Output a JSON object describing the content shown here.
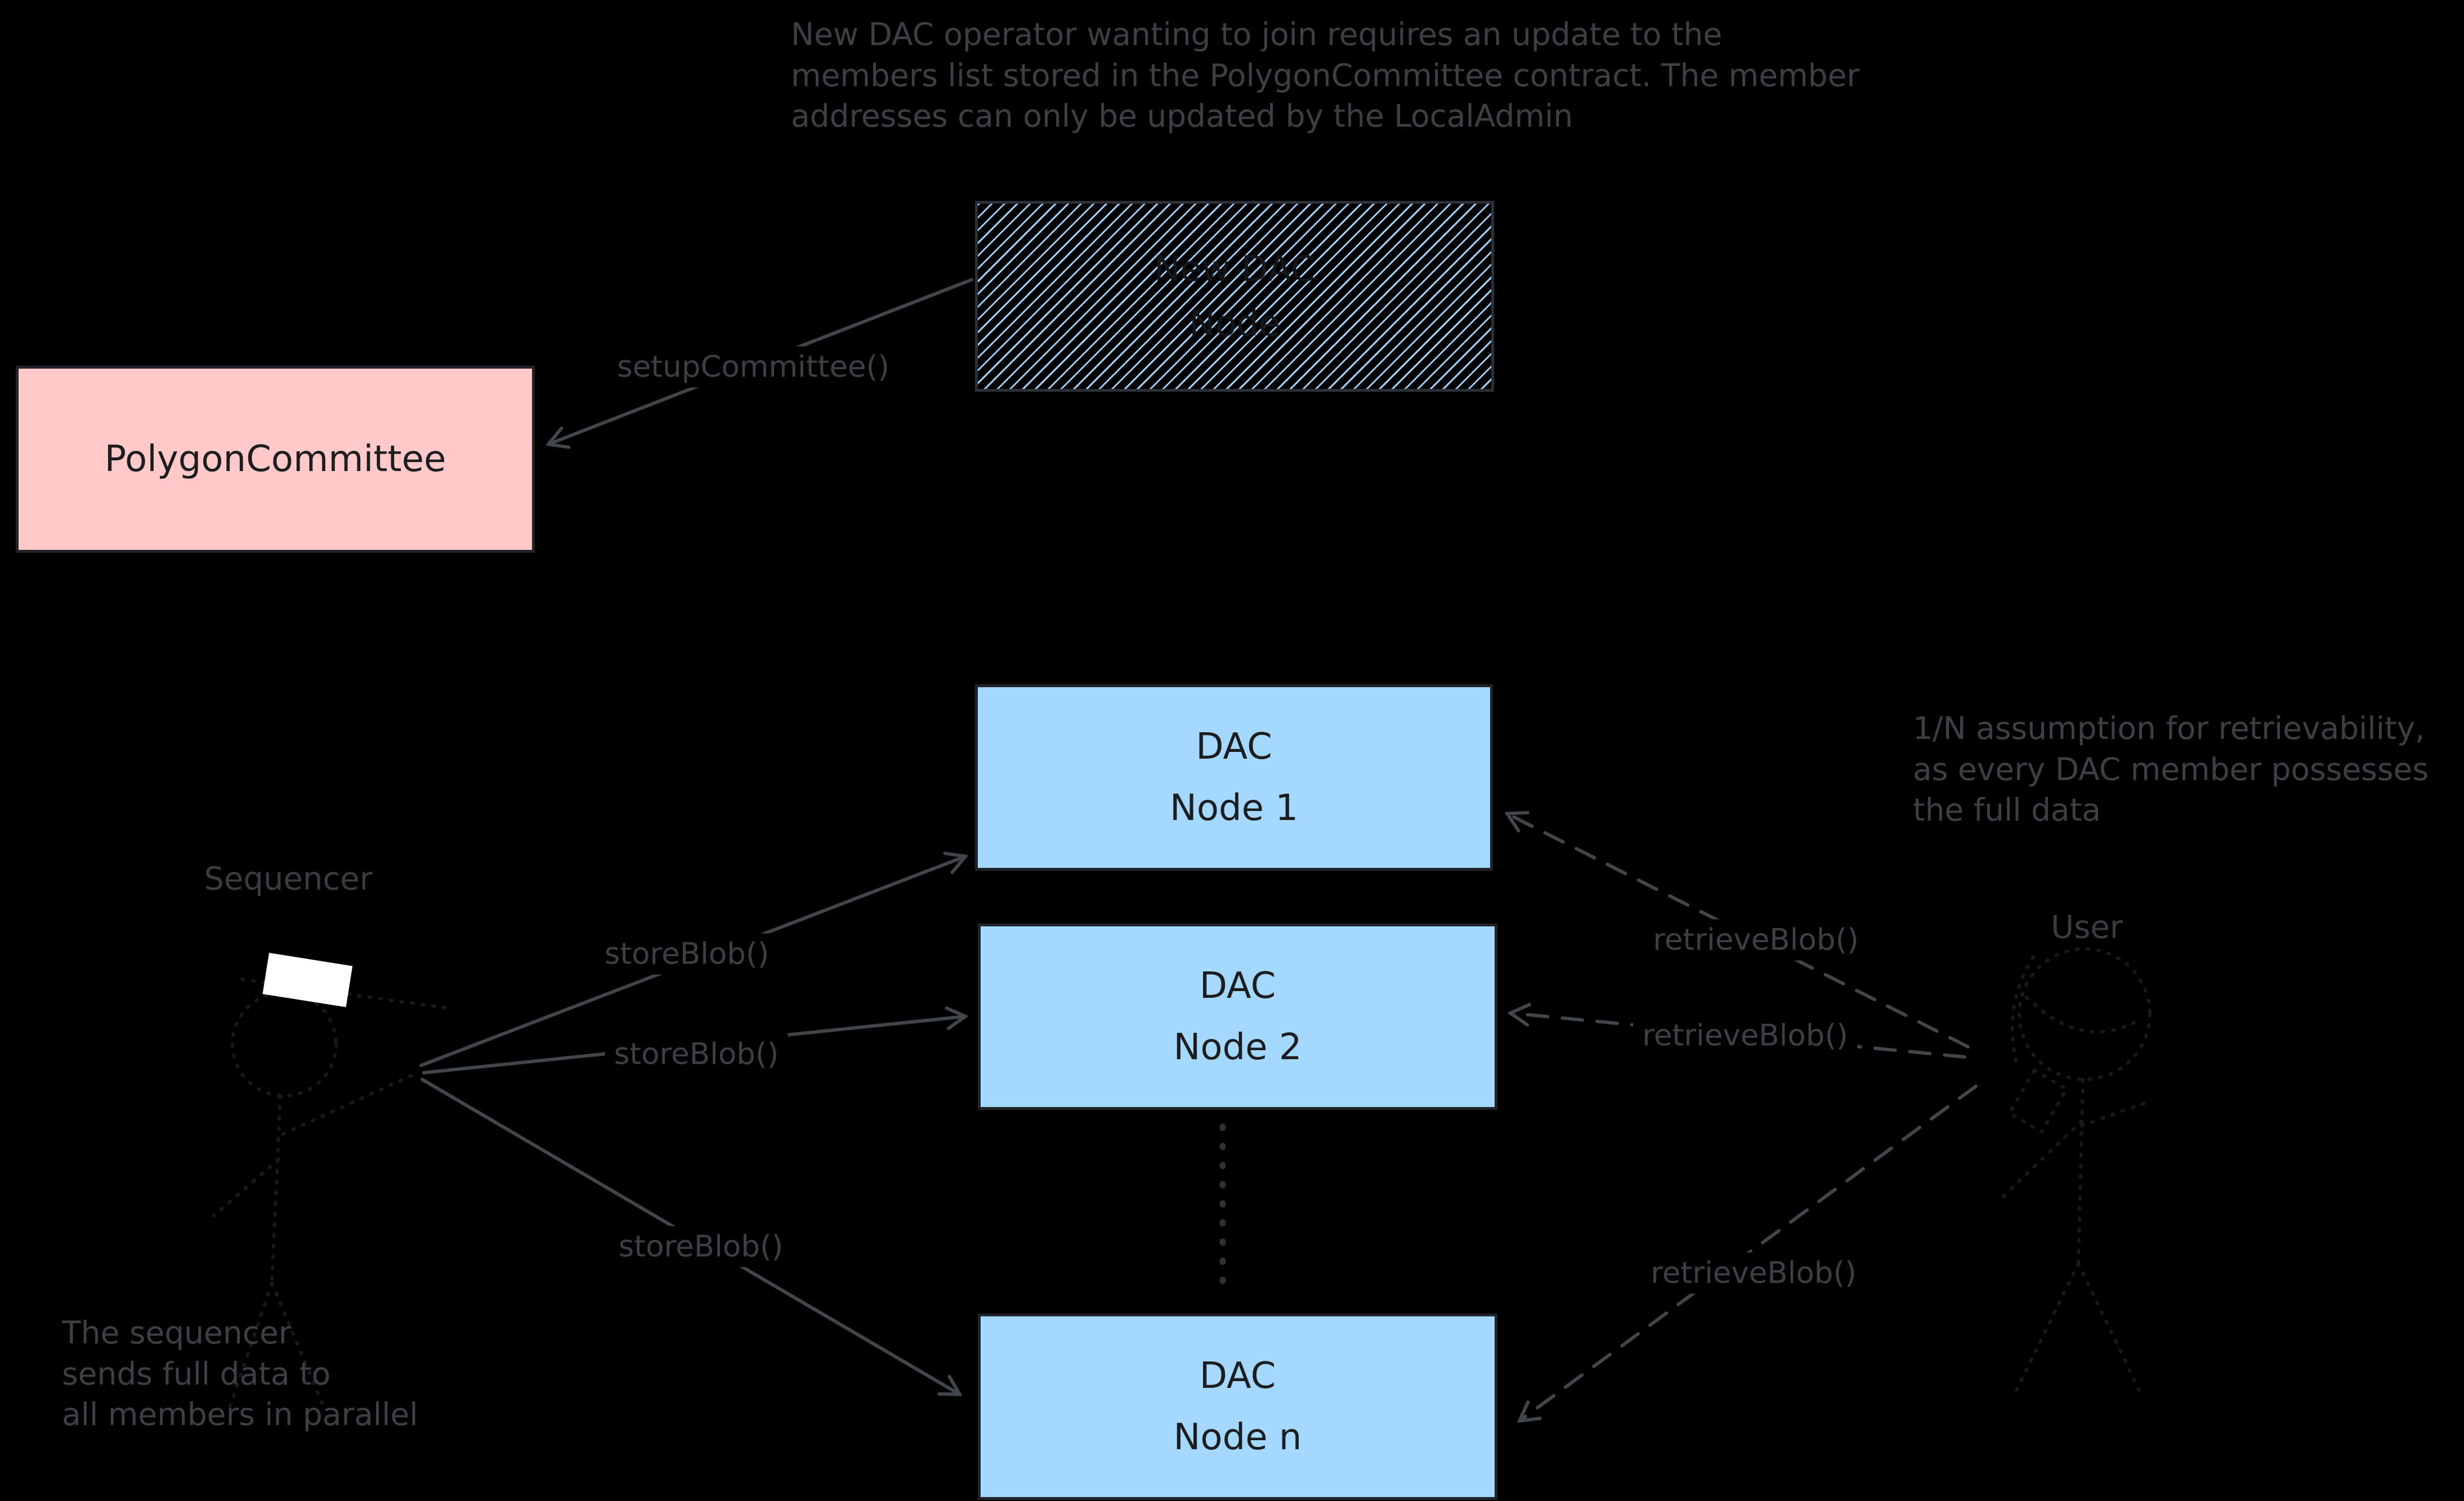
{
  "notes": {
    "top": {
      "line1": "New DAC operator wanting to join requires an update to the",
      "line2": "members list stored in the PolygonCommittee contract. The member",
      "line3": "addresses can only be updated by the LocalAdmin"
    },
    "retrievability": {
      "line1": "1/N assumption for retrievability,",
      "line2": "as every DAC member possesses",
      "line3": "the full data"
    },
    "sequencer_note": {
      "line1": "The sequencer",
      "line2": "sends full data to",
      "line3": "all members in parallel"
    }
  },
  "nodes": {
    "new_dac_node": {
      "line1": "New DAC",
      "line2": "Node"
    },
    "polygon_committee": {
      "label": "PolygonCommittee"
    },
    "dac_node_1": {
      "line1": "DAC",
      "line2": "Node 1"
    },
    "dac_node_2": {
      "line1": "DAC",
      "line2": "Node 2"
    },
    "dac_node_n": {
      "line1": "DAC",
      "line2": "Node n"
    }
  },
  "actors": {
    "sequencer": "Sequencer",
    "user": "User"
  },
  "edges": {
    "setup_committee": "setupCommittee()",
    "store_blob": "storeBlob()",
    "retrieve_blob": "retrieveBlob()"
  },
  "colors": {
    "background": "#000000",
    "committee_fill": "#ffc9c9",
    "dac_node_fill": "#a5d8ff",
    "hatch_line": "#9fd2f8",
    "box_text": "#1b1d1f",
    "annotation_text": "#3c4045",
    "connector": "#41464b",
    "figure_stroke": "#17191b",
    "sequencer_hat": "#ffffff"
  }
}
